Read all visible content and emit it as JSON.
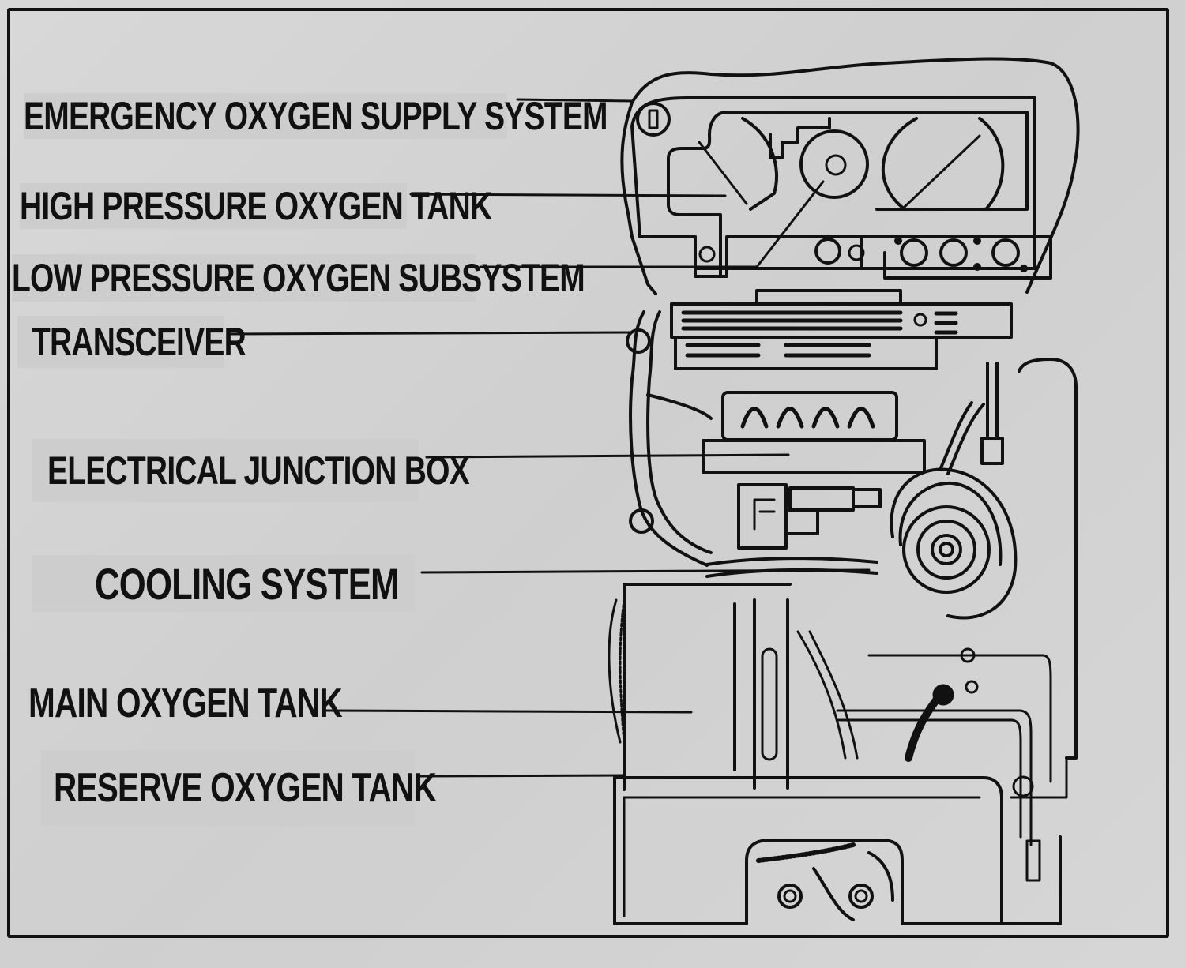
{
  "diagram": {
    "title": "Portable life support system cutaway",
    "labels": [
      {
        "id": "emergency-oxygen-supply-system",
        "text": "EMERGENCY OXYGEN SUPPLY SYSTEM"
      },
      {
        "id": "high-pressure-oxygen-tank",
        "text": "HIGH PRESSURE OXYGEN TANK"
      },
      {
        "id": "low-pressure-oxygen-subsystem",
        "text": "LOW PRESSURE OXYGEN SUBSYSTEM"
      },
      {
        "id": "transceiver",
        "text": "TRANSCEIVER"
      },
      {
        "id": "electrical-junction-box",
        "text": "ELECTRICAL JUNCTION BOX"
      },
      {
        "id": "cooling-system",
        "text": "COOLING SYSTEM"
      },
      {
        "id": "main-oxygen-tank",
        "text": "MAIN OXYGEN TANK"
      },
      {
        "id": "reserve-oxygen-tank",
        "text": "RESERVE OXYGEN TANK"
      }
    ],
    "colors": {
      "ink": "#111111",
      "paper": "#d3d3d3",
      "label_bg": "#cdcdcd"
    }
  }
}
